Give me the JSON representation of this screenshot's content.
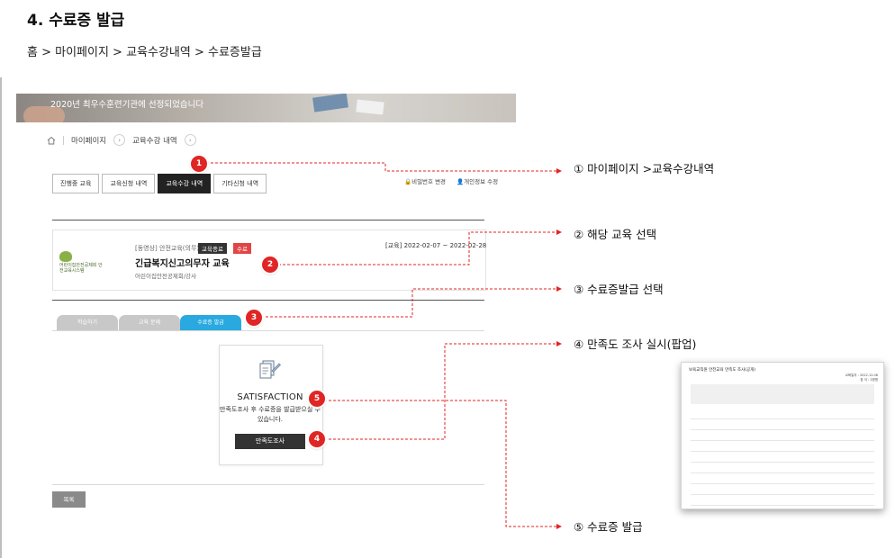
{
  "doc": {
    "title": "4. 수료증 발급",
    "breadcrumb": "홈 > 마이페이지 >  교육수강내역 > 수료증발급"
  },
  "banner": {
    "text": "2020년 최우수훈련기관에 선정되었습니다"
  },
  "site_breadcrumb": {
    "items": [
      "마이페이지",
      "교육수강 내역"
    ],
    "chevron": "›"
  },
  "tabs": [
    {
      "label": "진행중 교육",
      "active": false
    },
    {
      "label": "교육신청 내역",
      "active": false
    },
    {
      "label": "교육수강 내역",
      "active": true
    },
    {
      "label": "기타신청 내역",
      "active": false
    }
  ],
  "utility": {
    "password": "비밀번호 변경",
    "profile": "개인정보 수정"
  },
  "course": {
    "tag": "[동영상]  안전교육(의무)",
    "badge_category": "교육종료",
    "badge_status": "수료",
    "period": "[교육] 2022-02-07 ~ 2022-02-28",
    "title": "긴급복지신고의무자 교육",
    "subtitle": "어린이집안전공제회/강사",
    "logo_text": "어린이집안전공제회 안전교육시스템"
  },
  "course_tabs": [
    {
      "label": "학습하기",
      "active": false
    },
    {
      "label": "교육 문제",
      "active": false
    },
    {
      "label": "수료증 발급",
      "active": true
    }
  ],
  "satisfaction": {
    "title": "SATISFACTION",
    "desc_line1": "만족도조사 후 수료증을 발급받으실 수",
    "desc_line2": "있습니다.",
    "button": "만족도조사"
  },
  "list_button": "목록",
  "markers": [
    "1",
    "2",
    "3",
    "4",
    "5"
  ],
  "callouts": [
    "① 마이페이지 >교육수강내역",
    "② 해당 교육 선택",
    "③ 수료증발급 선택",
    "④ 만족도 조사 실시(팝업)",
    "⑤ 수료증 발급"
  ],
  "popup": {
    "title": "보육교직원 안전교육 만족도 조사(공개)",
    "meta_line1": "교육일자 : 2022.12.06",
    "meta_line2": "참 석 : 2명명"
  },
  "colors": {
    "accent_red": "#e02525",
    "tab_blue": "#29a9df",
    "tab_gray": "#c8c8c8",
    "active_dark": "#222222"
  }
}
